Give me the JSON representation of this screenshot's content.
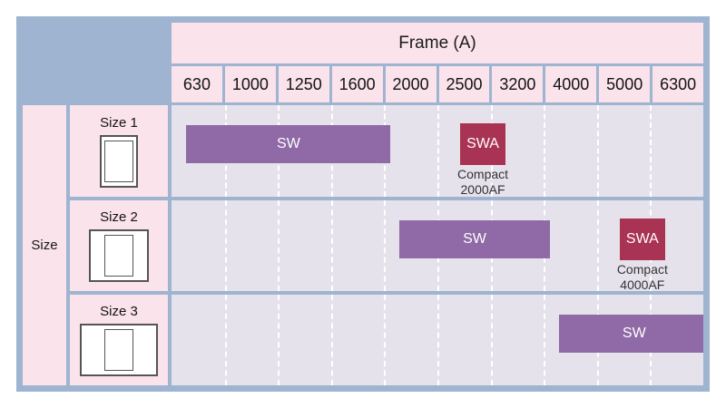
{
  "panel": {
    "background_color": "#9fb4d0",
    "plot_background_color": "#e6e2ec",
    "header_color": "#fae3eb"
  },
  "header": {
    "title": "Frame (A)",
    "columns": [
      "630",
      "1000",
      "1250",
      "1600",
      "2000",
      "2500",
      "3200",
      "4000",
      "5000",
      "6300"
    ]
  },
  "axis": {
    "label": "Size"
  },
  "rows": [
    {
      "label": "Size 1",
      "icon": "breaker-size-1-icon",
      "bars": [
        {
          "type": "SW",
          "label": "SW",
          "color": "#8f6aa6",
          "start_col": 0,
          "end_col": 4
        },
        {
          "type": "SWA",
          "label": "SWA",
          "color": "#a93353",
          "col": 4,
          "note": "Compact\n2000AF"
        }
      ]
    },
    {
      "label": "Size 2",
      "icon": "breaker-size-2-icon",
      "bars": [
        {
          "type": "SW",
          "label": "SW",
          "color": "#8f6aa6",
          "start_col": 4,
          "end_col": 7
        },
        {
          "type": "SWA",
          "label": "SWA",
          "color": "#a93353",
          "col": 7,
          "note": "Compact\n4000AF"
        }
      ]
    },
    {
      "label": "Size 3",
      "icon": "breaker-size-3-icon",
      "bars": [
        {
          "type": "SW",
          "label": "SW",
          "color": "#8f6aa6",
          "start_col": 7,
          "end_col": 10
        }
      ]
    }
  ],
  "chart_data": {
    "type": "table",
    "title": "Frame (A)",
    "xlabel": "Frame (A)",
    "ylabel": "Size",
    "categories": [
      "630",
      "1000",
      "1250",
      "1600",
      "2000",
      "2500",
      "3200",
      "4000",
      "5000",
      "6300"
    ],
    "series": [
      {
        "name": "Size 1 SW",
        "range": [
          "630",
          "2000"
        ]
      },
      {
        "name": "Size 1 SWA",
        "range": [
          "2000",
          "2000"
        ],
        "annotation": "Compact 2000AF"
      },
      {
        "name": "Size 2 SW",
        "range": [
          "2000",
          "4000"
        ]
      },
      {
        "name": "Size 2 SWA",
        "range": [
          "4000",
          "4000"
        ],
        "annotation": "Compact 4000AF"
      },
      {
        "name": "Size 3 SW",
        "range": [
          "4000",
          "6300"
        ]
      }
    ],
    "grid": true,
    "legend": "none"
  }
}
